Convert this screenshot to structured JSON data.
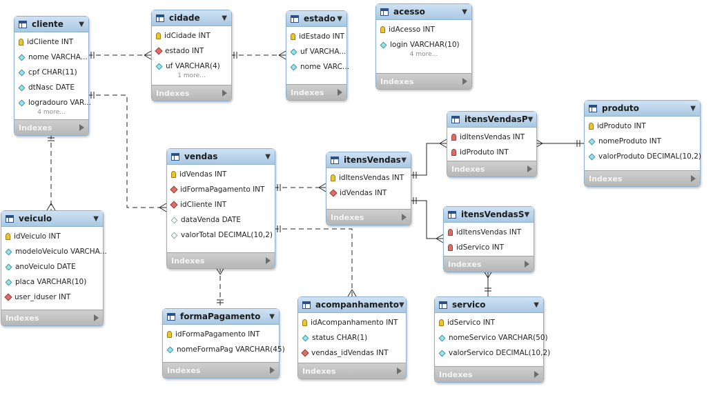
{
  "diagram": {
    "indexes_label": "Indexes",
    "tables": [
      {
        "id": "cliente",
        "title": "cliente",
        "columns": [
          {
            "icon": "key",
            "text": "idCliente INT"
          },
          {
            "icon": "attr",
            "text": "nome VARCHA..."
          },
          {
            "icon": "attr",
            "text": "cpf CHAR(11)"
          },
          {
            "icon": "attr",
            "text": "dtNasc DATE"
          },
          {
            "icon": "attr",
            "text": "logradouro VAR..."
          }
        ],
        "more": "4 more..."
      },
      {
        "id": "cidade",
        "title": "cidade",
        "columns": [
          {
            "icon": "key",
            "text": "idCidade INT"
          },
          {
            "icon": "fk",
            "text": "estado INT"
          },
          {
            "icon": "attr",
            "text": "uf VARCHAR(4)"
          }
        ],
        "more": "1 more..."
      },
      {
        "id": "estado",
        "title": "estado",
        "columns": [
          {
            "icon": "key",
            "text": "idEstado INT"
          },
          {
            "icon": "attr",
            "text": "uf VARCHA..."
          },
          {
            "icon": "attr",
            "text": "nome VARC..."
          }
        ]
      },
      {
        "id": "acesso",
        "title": "acesso",
        "columns": [
          {
            "icon": "key",
            "text": "idAcesso INT"
          },
          {
            "icon": "attr",
            "text": "login VARCHAR(10)"
          }
        ],
        "more": "4 more..."
      },
      {
        "id": "produto",
        "title": "produto",
        "columns": [
          {
            "icon": "key",
            "text": "idProduto INT"
          },
          {
            "icon": "attr",
            "text": "nomeProduto INT"
          },
          {
            "icon": "attr",
            "text": "valorProduto DECIMAL(10,2)"
          }
        ]
      },
      {
        "id": "itensVendasP",
        "title": "itensVendasP",
        "columns": [
          {
            "icon": "pfk",
            "text": "idItensVendas INT"
          },
          {
            "icon": "pfk",
            "text": "idProduto INT"
          }
        ]
      },
      {
        "id": "itensVendas",
        "title": "itensVendas",
        "columns": [
          {
            "icon": "key",
            "text": "idItensVendas INT"
          },
          {
            "icon": "fk",
            "text": "idVendas INT"
          }
        ]
      },
      {
        "id": "vendas",
        "title": "vendas",
        "columns": [
          {
            "icon": "key",
            "text": "idVendas INT"
          },
          {
            "icon": "fk",
            "text": "idFormaPagamento INT"
          },
          {
            "icon": "fk",
            "text": "idCliente INT"
          },
          {
            "icon": "nullattr",
            "text": "dataVenda DATE"
          },
          {
            "icon": "nullattr",
            "text": "valorTotal DECIMAL(10,2)"
          }
        ]
      },
      {
        "id": "veiculo",
        "title": "veiculo",
        "columns": [
          {
            "icon": "key",
            "text": "idVeiculo INT"
          },
          {
            "icon": "attr",
            "text": "modeloVeiculo VARCHA..."
          },
          {
            "icon": "attr",
            "text": "anoVeiculo DATE"
          },
          {
            "icon": "attr",
            "text": "placa VARCHAR(10)"
          },
          {
            "icon": "fk",
            "text": "user_iduser INT"
          }
        ]
      },
      {
        "id": "itensVendasS",
        "title": "itensVendasS",
        "columns": [
          {
            "icon": "pfk",
            "text": "idItensVendas INT"
          },
          {
            "icon": "pfk",
            "text": "idServico INT"
          }
        ]
      },
      {
        "id": "formaPagamento",
        "title": "formaPagamento",
        "columns": [
          {
            "icon": "key",
            "text": "idFormaPagamento INT"
          },
          {
            "icon": "attr",
            "text": "nomeFormaPag VARCHAR(45)"
          }
        ]
      },
      {
        "id": "acompanhamento",
        "title": "acompanhamento",
        "columns": [
          {
            "icon": "key",
            "text": "idAcompanhamento INT"
          },
          {
            "icon": "attr",
            "text": "status CHAR(1)"
          },
          {
            "icon": "fk",
            "text": "vendas_idVendas INT"
          }
        ]
      },
      {
        "id": "servico",
        "title": "servico",
        "columns": [
          {
            "icon": "key",
            "text": "idServico INT"
          },
          {
            "icon": "attr",
            "text": "nomeServico VARCHAR(50)"
          },
          {
            "icon": "attr",
            "text": "valorServico DECIMAL(10,2)"
          }
        ]
      }
    ],
    "relationships": [
      {
        "from": "cliente",
        "to": "cidade",
        "identifying": false
      },
      {
        "from": "cidade",
        "to": "estado",
        "identifying": false
      },
      {
        "from": "cliente",
        "to": "veiculo",
        "identifying": false
      },
      {
        "from": "cliente",
        "to": "vendas",
        "identifying": false
      },
      {
        "from": "vendas",
        "to": "itensVendas",
        "identifying": false
      },
      {
        "from": "vendas",
        "to": "formaPagamento",
        "identifying": false
      },
      {
        "from": "vendas",
        "to": "acompanhamento",
        "identifying": false
      },
      {
        "from": "itensVendas",
        "to": "itensVendasP",
        "identifying": true
      },
      {
        "from": "itensVendasP",
        "to": "produto",
        "identifying": true
      },
      {
        "from": "itensVendas",
        "to": "itensVendasS",
        "identifying": true
      },
      {
        "from": "itensVendasS",
        "to": "servico",
        "identifying": true
      }
    ],
    "colors": {
      "header": "#bcd5ec",
      "border": "#8fb0cc",
      "footer": "#c4c4c4",
      "primary_key": "#e9c531",
      "foreign_key": "#d9706a",
      "attribute": "#9fe3ea"
    }
  }
}
